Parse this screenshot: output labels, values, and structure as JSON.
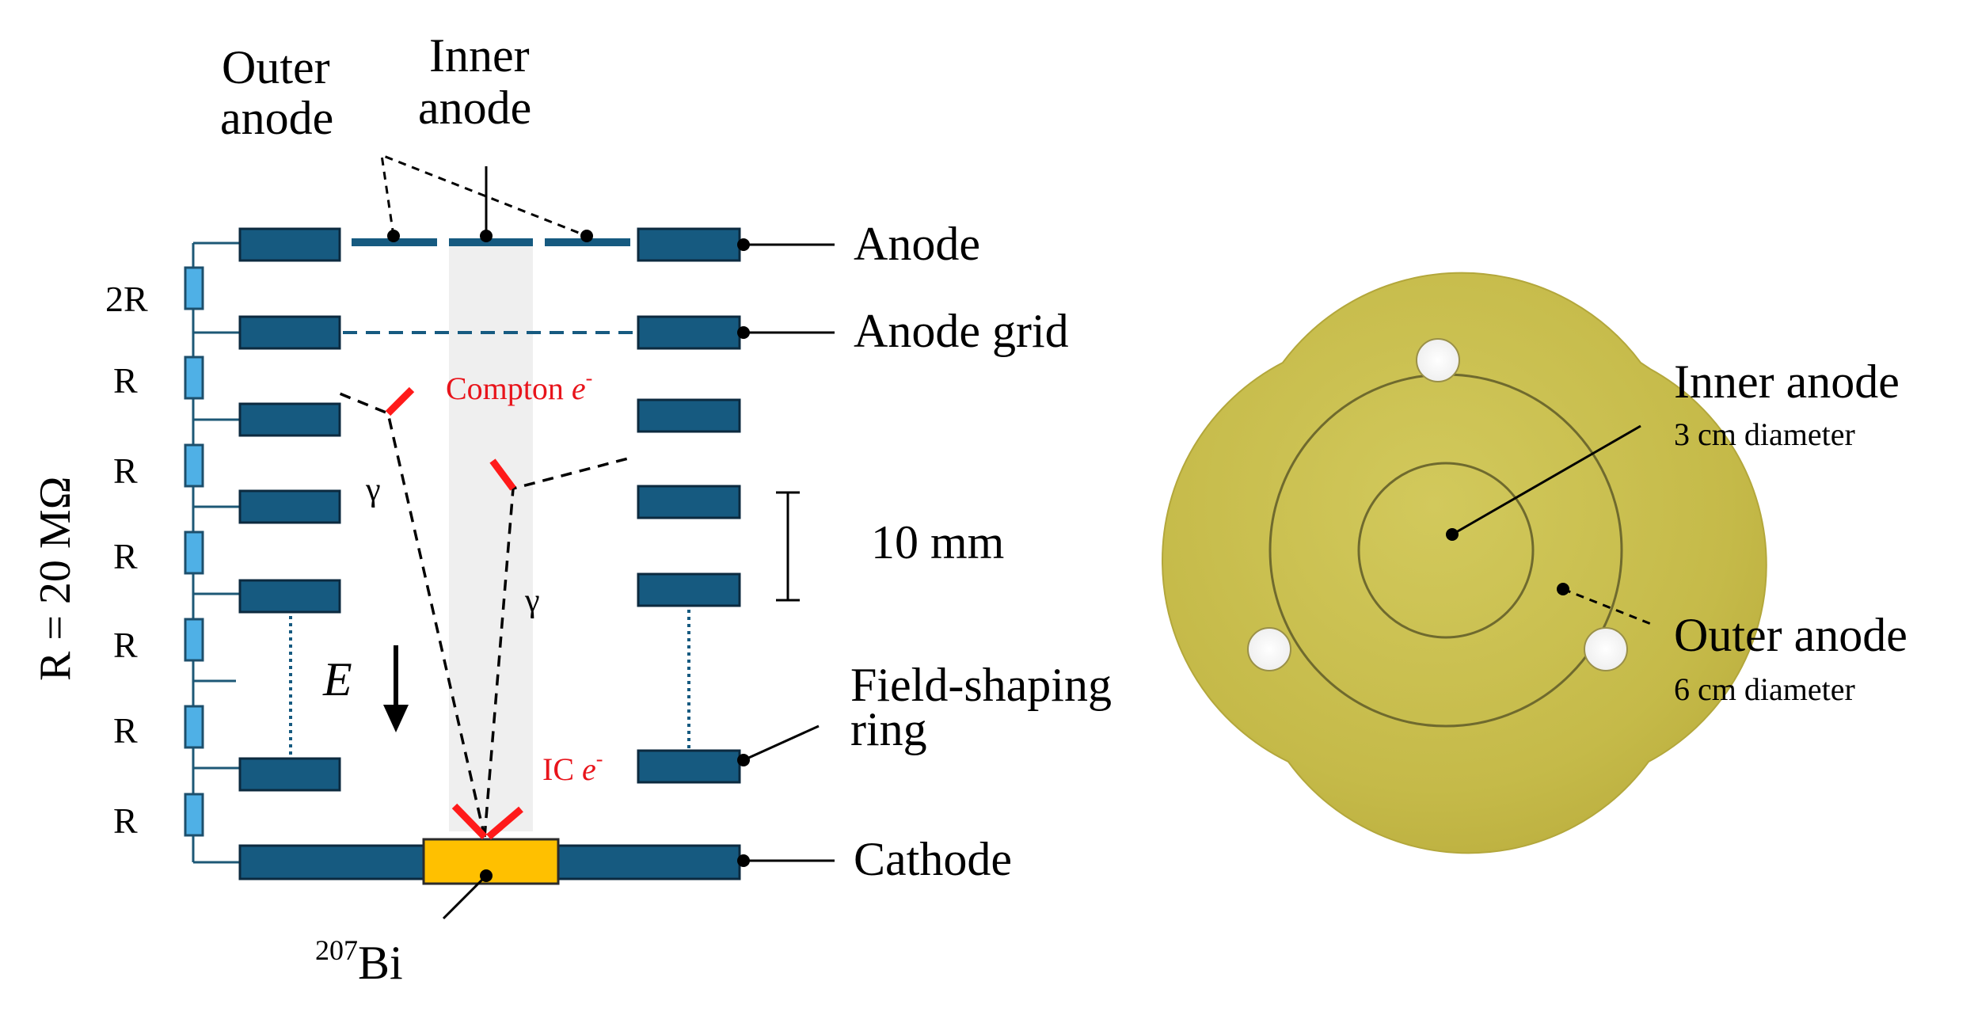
{
  "labels": {
    "outer_anode_top": [
      "Outer",
      "anode"
    ],
    "inner_anode_top": [
      "Inner",
      "anode"
    ],
    "anode": "Anode",
    "anode_grid": "Anode grid",
    "field_shaping": [
      "Field-shaping",
      "ring"
    ],
    "cathode": "Cathode",
    "source": {
      "sup": "207",
      "base": "Bi"
    },
    "spacing": "10 mm",
    "field": "E",
    "compton": {
      "text": "Compton ",
      "e": "e",
      "sup": "-"
    },
    "ic": {
      "text": "IC ",
      "e": "e",
      "sup": "-"
    },
    "gamma": "γ",
    "resistor_total": "R = 20 MΩ",
    "resistors": [
      "2R",
      "R",
      "R",
      "R",
      "R",
      "R",
      "R"
    ],
    "inner_anode_photo": "Inner anode",
    "inner_anode_diam": "3 cm diameter",
    "outer_anode_photo": "Outer anode",
    "outer_anode_diam": "6 cm diameter"
  },
  "colors": {
    "electrode": "#165a80",
    "resistor": "#4fb0e6",
    "source": "#ffc000",
    "track": "#ff1a1a",
    "text_red": "#e8141b",
    "pcb": "#c9bf4e"
  }
}
